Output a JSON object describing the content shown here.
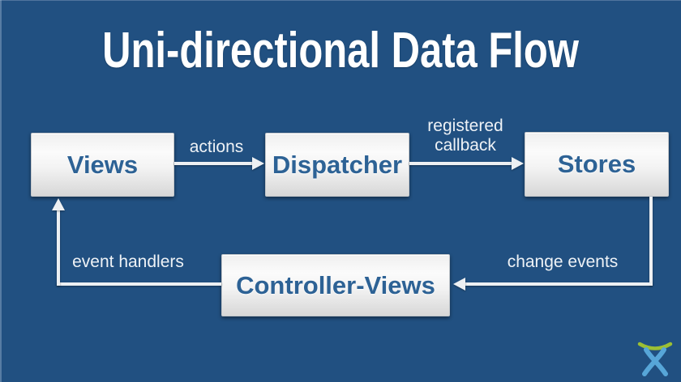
{
  "slide": {
    "title": "Uni-directional Data Flow",
    "background_color": "#215081",
    "title_color": "#ffffff"
  },
  "diagram": {
    "nodes": [
      {
        "id": "views",
        "label": "Views"
      },
      {
        "id": "dispatcher",
        "label": "Dispatcher"
      },
      {
        "id": "stores",
        "label": "Stores"
      },
      {
        "id": "controller-views",
        "label": "Controller-Views"
      }
    ],
    "edges": [
      {
        "from": "views",
        "to": "dispatcher",
        "label": "actions"
      },
      {
        "from": "dispatcher",
        "to": "stores",
        "label": "registered callback"
      },
      {
        "from": "stores",
        "to": "controller-views",
        "label": "change events"
      },
      {
        "from": "controller-views",
        "to": "views",
        "label": "event handlers"
      }
    ],
    "colors": {
      "node_text": "#2d6295",
      "node_fill_top": "#fbfbfb",
      "node_fill_bottom": "#d7d7d7",
      "connector": "#edf0f3",
      "edge_label_text": "#eef2f6"
    }
  },
  "logo": {
    "name": "atlassian-charlie",
    "arc_color": "#9cbf33",
    "figure_color": "#57a6d8"
  }
}
